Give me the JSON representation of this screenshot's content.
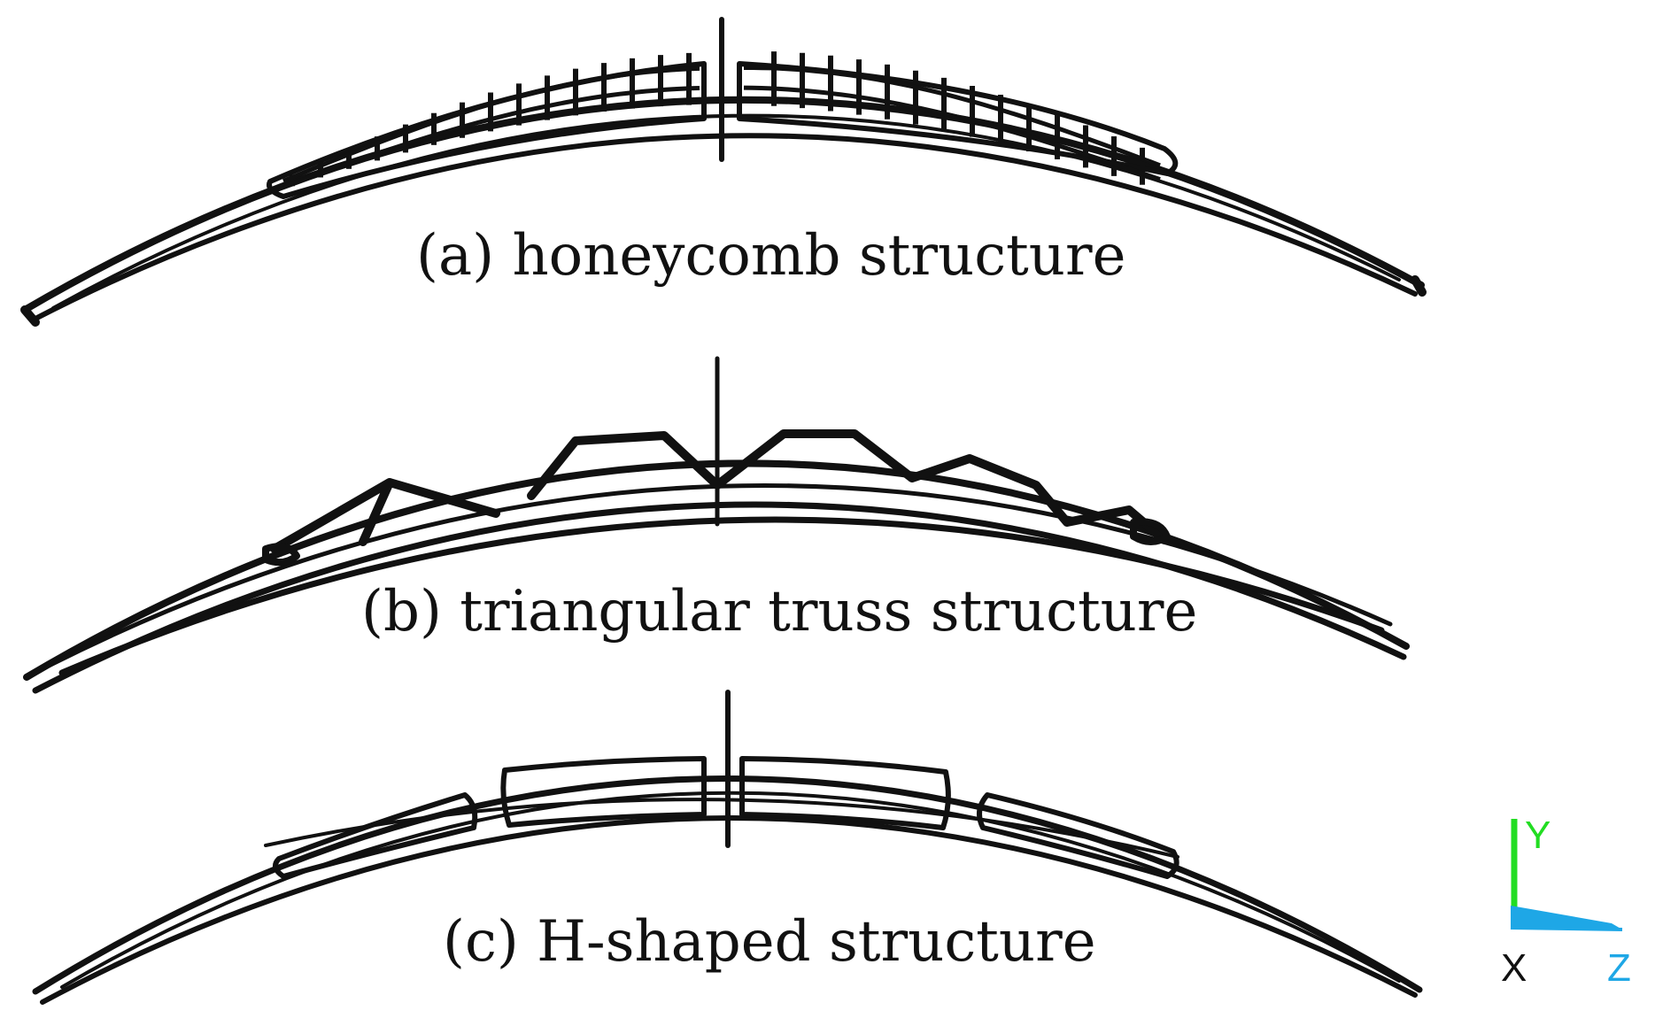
{
  "figure": {
    "panels": [
      {
        "id": "a",
        "caption": "(a) honeycomb structure"
      },
      {
        "id": "b",
        "caption": "(b) triangular truss structure"
      },
      {
        "id": "c",
        "caption": "(c) H-shaped structure"
      }
    ],
    "axes_triad": {
      "y_label": "Y",
      "x_label": "X",
      "z_label": "Z",
      "colors": {
        "y": "#22dd22",
        "z": "#1ea7e6",
        "x": "#111111"
      }
    }
  }
}
